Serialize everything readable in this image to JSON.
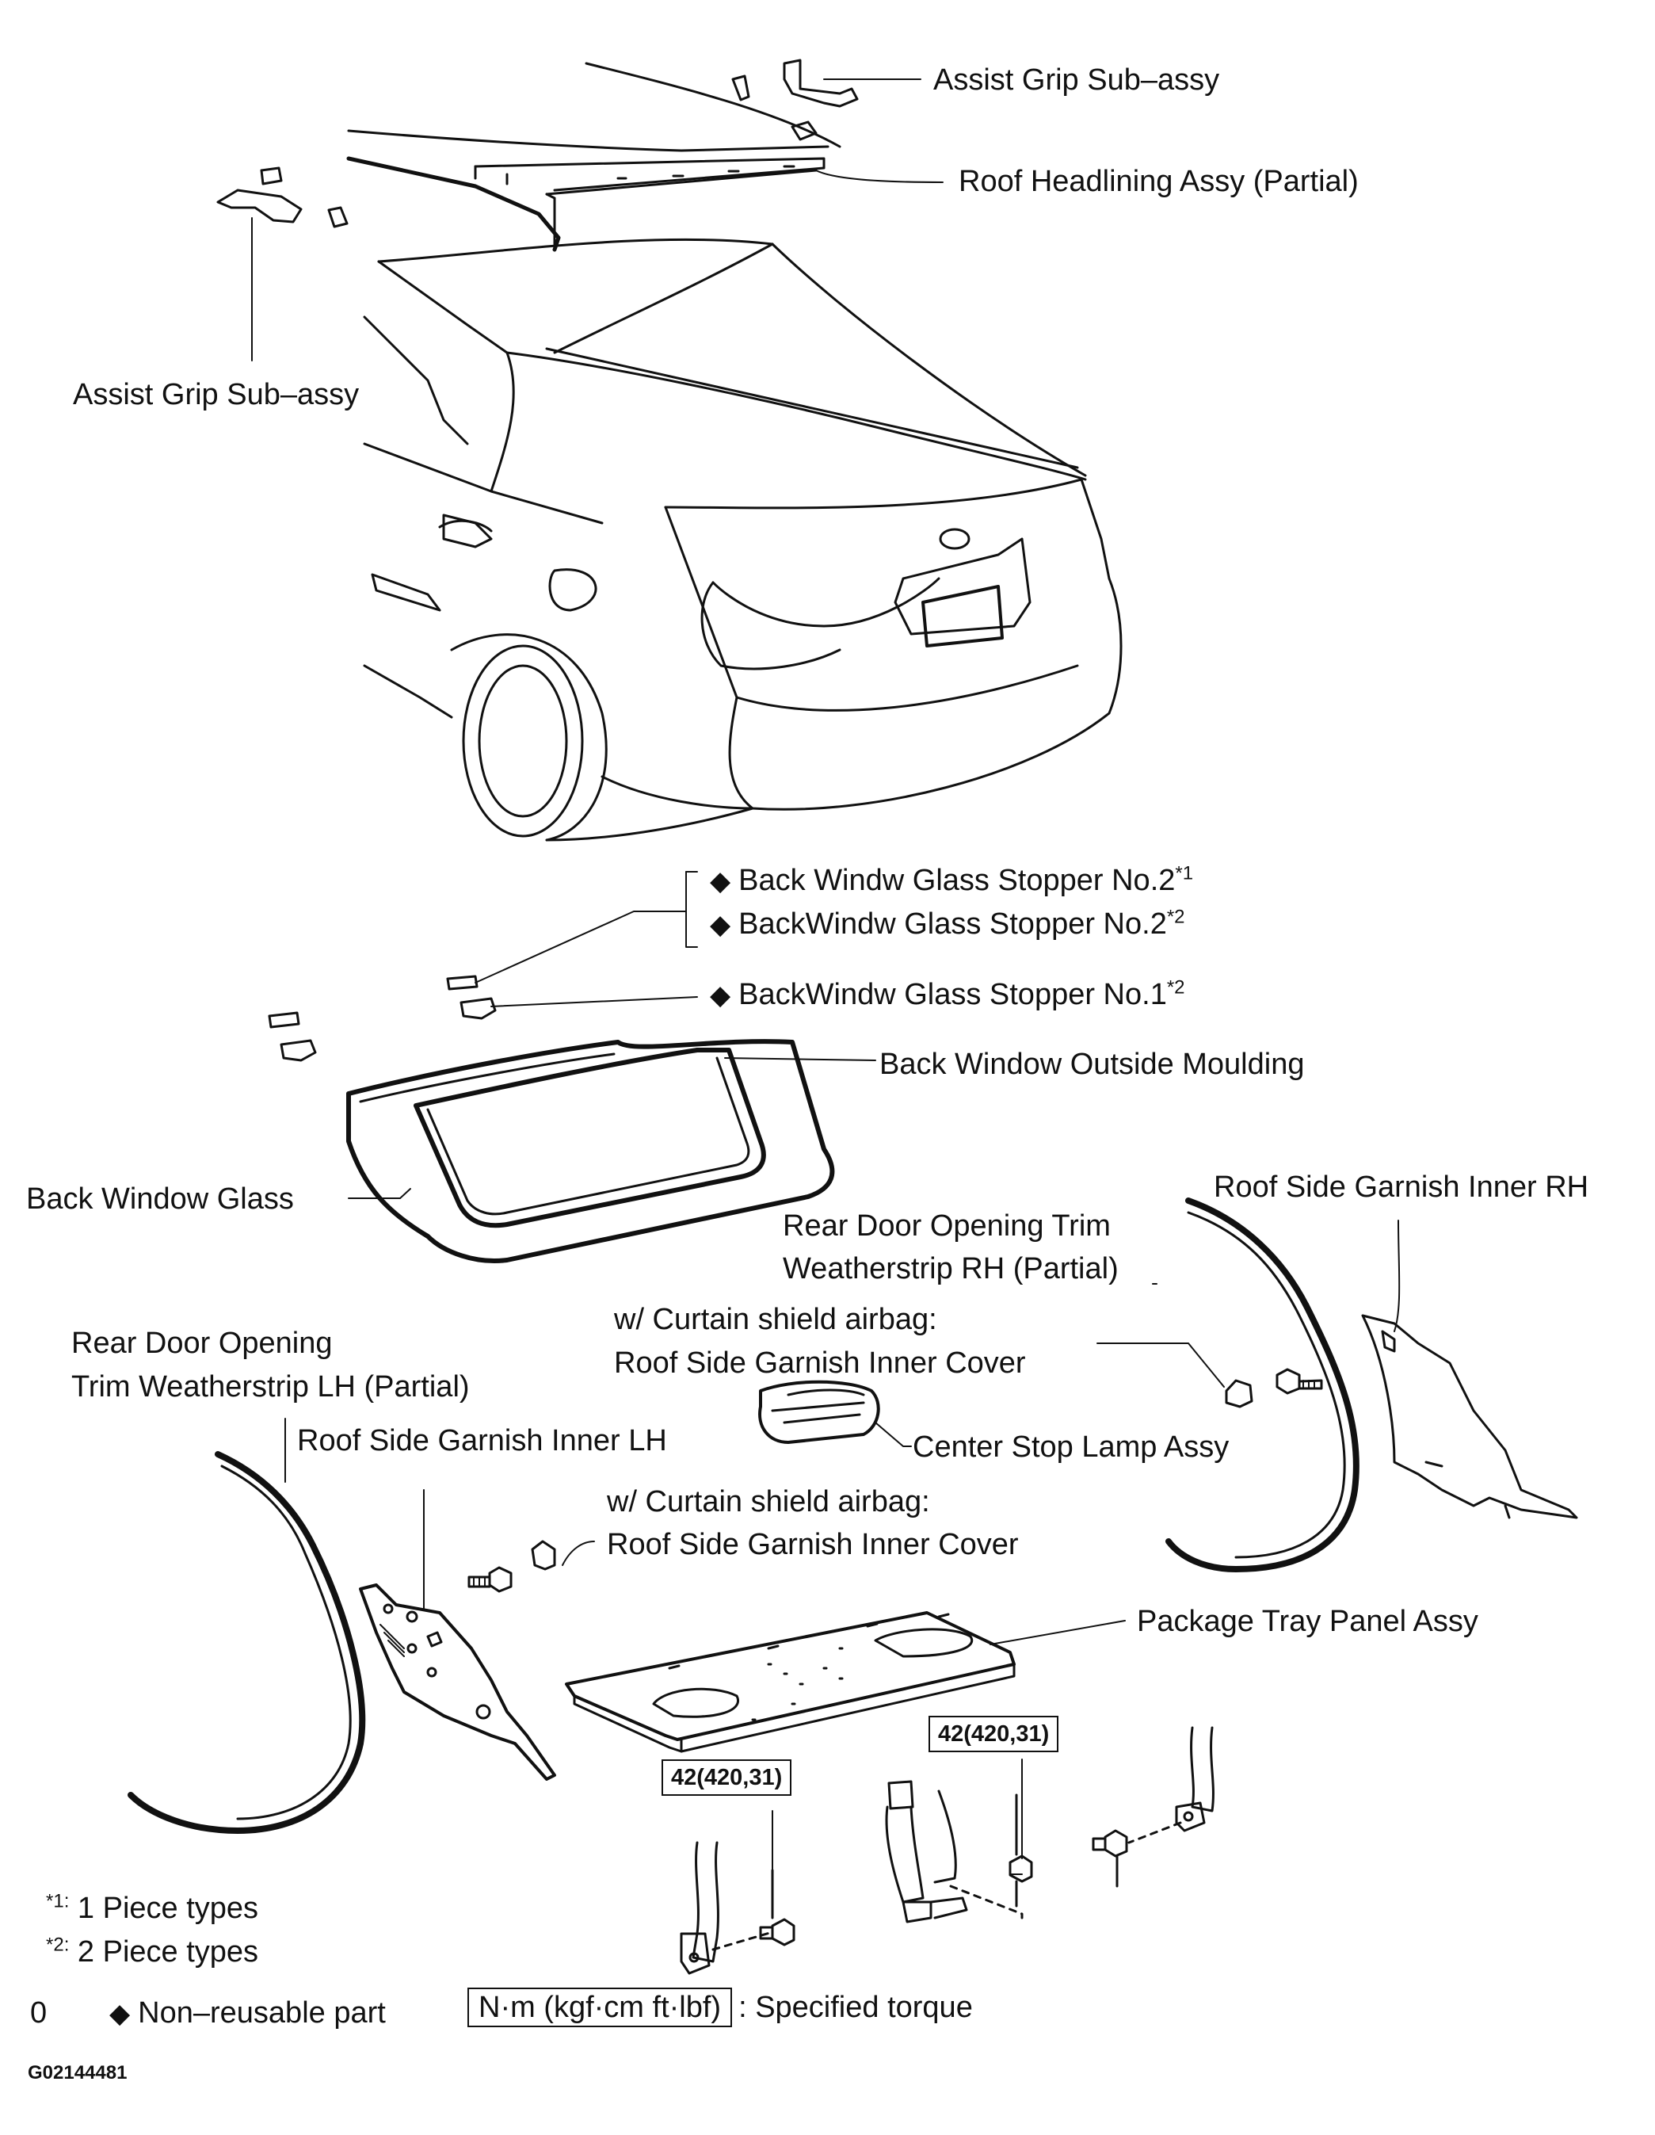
{
  "labels": {
    "assist_grip_upper": "Assist Grip Sub–assy",
    "roof_headlining": "Roof Headlining Assy (Partial)",
    "assist_grip_left": "Assist Grip Sub–assy",
    "stopper_no2_1": "Back Windw Glass Stopper No.2",
    "stopper_no2_1_mark": "*1",
    "stopper_no2_2": "BackWindw Glass Stopper No.2",
    "stopper_no2_2_mark": "*2",
    "stopper_no1_2": "BackWindw Glass Stopper No.1",
    "stopper_no1_2_mark": "*2",
    "back_window_outside_moulding": "Back Window Outside Moulding",
    "back_window_glass": "Back Window Glass",
    "roof_side_garnish_inner_rh": "Roof Side Garnish Inner RH",
    "rear_door_opening_trim_rh_1": "Rear Door Opening Trim",
    "rear_door_opening_trim_rh_2": "Weatherstrip RH (Partial)",
    "curtain_airbag_1_line1": "w/ Curtain shield airbag:",
    "curtain_airbag_1_line2": "Roof Side Garnish Inner Cover",
    "rear_door_opening_trim_lh_1": "Rear Door Opening",
    "rear_door_opening_trim_lh_2": "Trim Weatherstrip LH (Partial)",
    "roof_side_garnish_inner_lh": "Roof Side Garnish Inner LH",
    "center_stop_lamp": "Center Stop Lamp Assy",
    "curtain_airbag_2_line1": "w/ Curtain shield airbag:",
    "curtain_airbag_2_line2": "Roof Side Garnish Inner Cover",
    "package_tray_panel": "Package Tray Panel Assy"
  },
  "torque": {
    "left": "42(420,31)",
    "right": "42(420,31)"
  },
  "legend": {
    "footnote1_mark": "*1:",
    "footnote1_text": "1 Piece types",
    "footnote2_mark": "*2:",
    "footnote2_text": "2 Piece types",
    "zero": "0",
    "diamond_symbol": "◆",
    "non_reusable": "Non–reusable part",
    "torque_unit": "N·m (kgf·cm ft·lbf)",
    "torque_desc": ": Specified torque",
    "figure_id": "G02144481"
  },
  "colors": {
    "ink": "#111111",
    "paper": "#ffffff"
  }
}
